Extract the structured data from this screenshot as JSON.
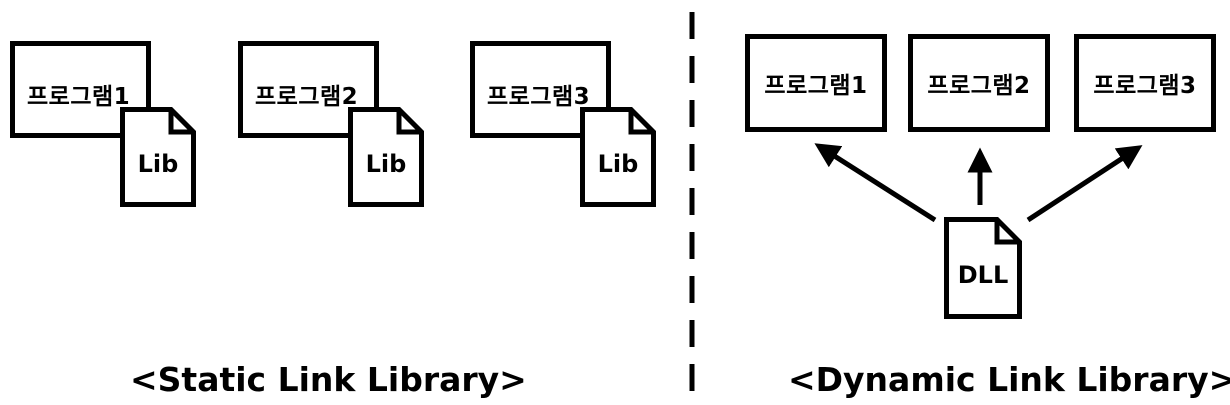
{
  "static": {
    "programs": [
      "프로그램1",
      "프로그램2",
      "프로그램3"
    ],
    "lib_label": "Lib",
    "caption": "<Static Link Library>"
  },
  "dynamic": {
    "programs": [
      "프로그램1",
      "프로그램2",
      "프로그램3"
    ],
    "dll_label": "DLL",
    "caption": "<Dynamic Link Library>"
  },
  "icons": {
    "file": "document-file-icon",
    "arrow": "arrow-up-icon"
  },
  "colors": {
    "stroke": "#000000",
    "background": "#ffffff"
  }
}
